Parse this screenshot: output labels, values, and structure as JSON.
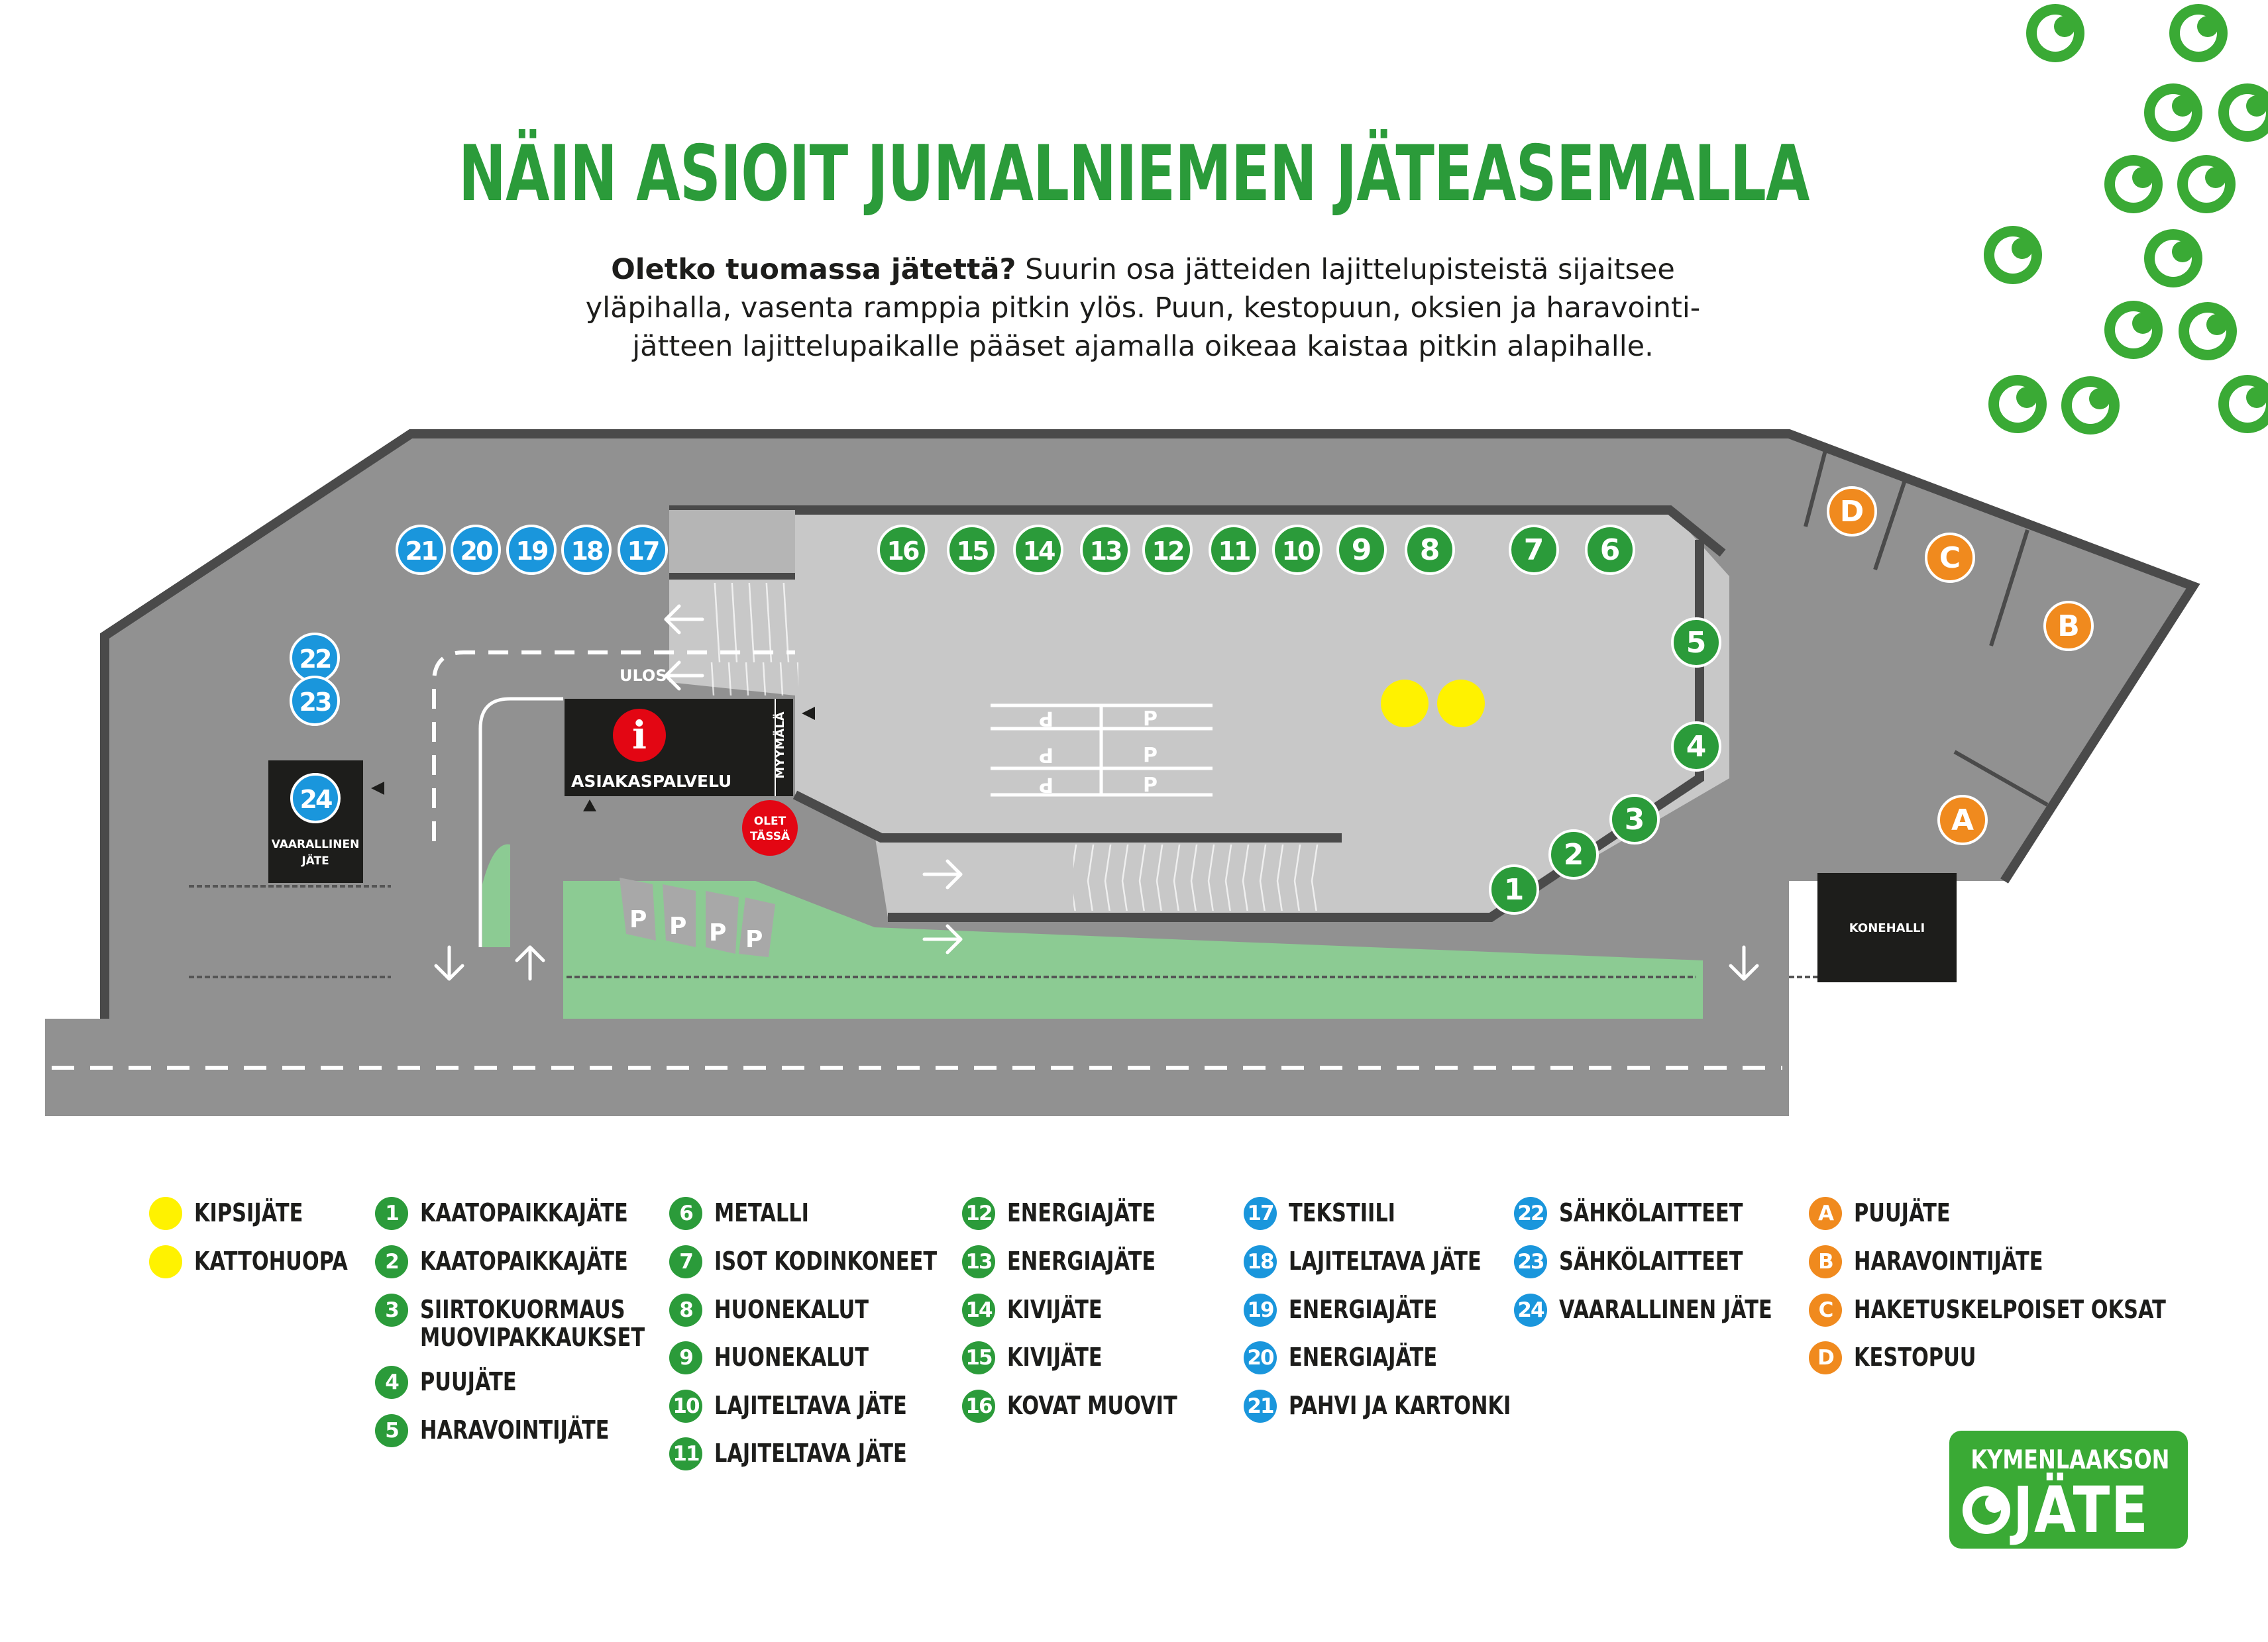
{
  "title": "NÄIN ASIOIT JUMALNIEMEN JÄTEASEMALLA",
  "intro": {
    "bold": "Oletko tuomassa jätettä?",
    "line1": " Suurin osa jätteiden lajittelupisteistä sijaitsee",
    "line2": "yläpihalla, vasenta ramppia pitkin ylös. Puun, kestopuun, oksien ja haravointi-",
    "line3": "jätteen lajittelupaikalle pääset ajamalla oikeaa kaistaa pitkin alapihalle."
  },
  "colors": {
    "green": "#2b9b3a",
    "blue": "#1a96dc",
    "orange": "#f08a1e",
    "yellow": "#fff200",
    "dark_gray": "#919191",
    "light_gray": "#c8c8c8",
    "lawn": "#8ccb93",
    "building": "#1d1d1b",
    "info_red": "#e30613"
  },
  "map": {
    "customer_service": "ASIAKASPALVELU",
    "shop": "MYYMÄLÄ",
    "you_are_here_1": "OLET",
    "you_are_here_2": "TÄSSÄ",
    "exit": "ULOS",
    "hazardous_line1": "VAARALLINEN",
    "hazardous_line2": "JÄTE",
    "machine_hall": "KONEHALLI",
    "parking": "P",
    "info_icon": "info-icon",
    "point_labels": [
      "1",
      "2",
      "3",
      "4",
      "5",
      "6",
      "7",
      "8",
      "9",
      "10",
      "11",
      "12",
      "13",
      "14",
      "15",
      "16",
      "17",
      "18",
      "19",
      "20",
      "21",
      "22",
      "23",
      "24",
      "A",
      "B",
      "C",
      "D"
    ]
  },
  "legend": {
    "kipsi": "KIPSIJÄTE",
    "kattohuopa": "KATTOHUOPA",
    "n1": "1",
    "l1": "KAATOPAIKKAJÄTE",
    "n2": "2",
    "l2": "KAATOPAIKKAJÄTE",
    "n3": "3",
    "l3a": "SIIRTOKUORMAUS",
    "l3b": "MUOVIPAKKAUKSET",
    "n4": "4",
    "l4": "PUUJÄTE",
    "n5": "5",
    "l5": "HARAVOINTIJÄTE",
    "n6": "6",
    "l6": "METALLI",
    "n7": "7",
    "l7": "ISOT KODINKONEET",
    "n8": "8",
    "l8": "HUONEKALUT",
    "n9": "9",
    "l9": "HUONEKALUT",
    "n10": "10",
    "l10": "LAJITELTAVA JÄTE",
    "n11": "11",
    "l11": "LAJITELTAVA JÄTE",
    "n12": "12",
    "l12": "ENERGIAJÄTE",
    "n13": "13",
    "l13": "ENERGIAJÄTE",
    "n14": "14",
    "l14": "KIVIJÄTE",
    "n15": "15",
    "l15": "KIVIJÄTE",
    "n16": "16",
    "l16": "KOVAT MUOVIT",
    "n17": "17",
    "l17": "TEKSTIILI",
    "n18": "18",
    "l18": "LAJITELTAVA JÄTE",
    "n19": "19",
    "l19": "ENERGIAJÄTE",
    "n20": "20",
    "l20": "ENERGIAJÄTE",
    "n21": "21",
    "l21": "PAHVI JA KARTONKI",
    "n22": "22",
    "l22": "SÄHKÖLAITTEET",
    "n23": "23",
    "l23": "SÄHKÖLAITTEET",
    "n24": "24",
    "l24": "VAARALLINEN JÄTE",
    "nA": "A",
    "lA": "PUUJÄTE",
    "nB": "B",
    "lB": "HARAVOINTIJÄTE",
    "nC": "C",
    "lC": "HAKETUSKELPOISET OKSAT",
    "nD": "D",
    "lD": "KESTOPUU"
  },
  "logo": {
    "line1": "KYMENLAAKSON",
    "line2": "JÄTE"
  }
}
